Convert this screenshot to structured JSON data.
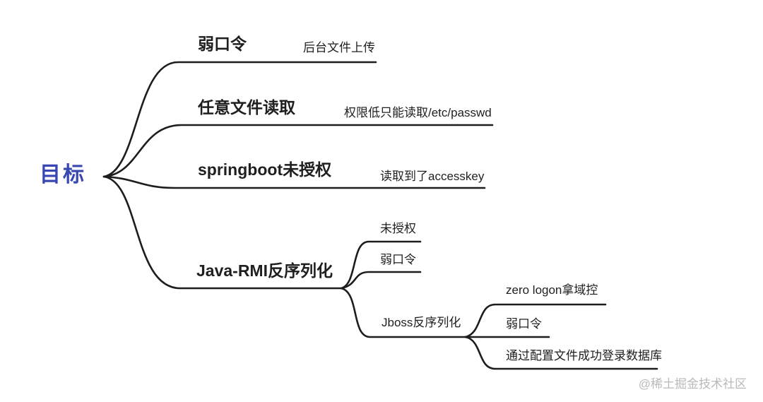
{
  "mindmap": {
    "root": "目标",
    "branch_weak_password": {
      "label": "弱口令",
      "child": "后台文件上传"
    },
    "branch_file_read": {
      "label": "任意文件读取",
      "child": "权限低只能读取/etc/passwd"
    },
    "branch_springboot": {
      "label": "springboot未授权",
      "child": "读取到了accesskey"
    },
    "branch_java_rmi": {
      "label": "Java-RMI反序列化",
      "child_unauthorized": "未授权",
      "child_weak_password": "弱口令",
      "child_jboss": {
        "label": "Jboss反序列化",
        "child_zerologon": "zero logon拿域控",
        "child_weak_password": "弱口令",
        "child_db_login": "通过配置文件成功登录数据库"
      }
    }
  },
  "watermark": "@稀土掘金技术社区",
  "colors": {
    "root_text": "#3847b2",
    "line": "#1d1d1d",
    "node_text": "#1f1f1f",
    "watermark_text": "#b9b9b9"
  }
}
